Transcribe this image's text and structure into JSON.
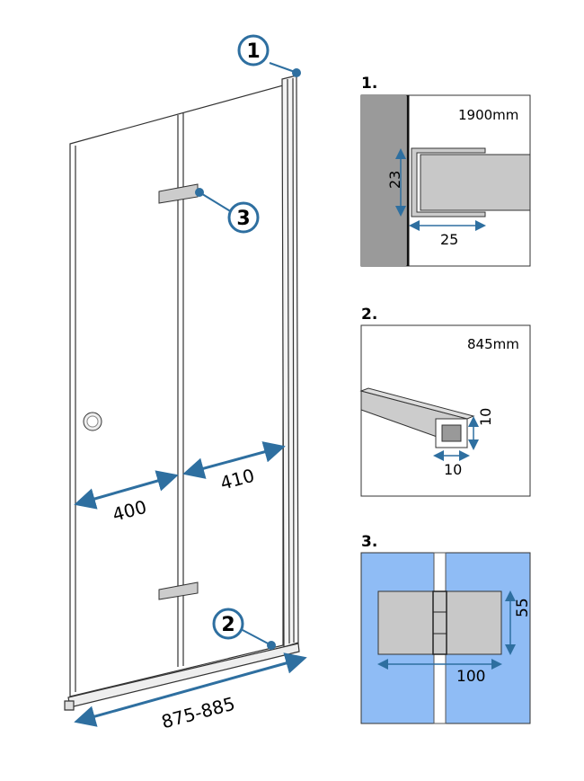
{
  "callouts": {
    "c1": "1",
    "c2": "2",
    "c3": "3"
  },
  "main": {
    "dim_left": "400",
    "dim_right": "410",
    "dim_width": "875-885"
  },
  "detail1": {
    "title": "1.",
    "length": "1900mm",
    "height": "23",
    "width": "25"
  },
  "detail2": {
    "title": "2.",
    "length": "845mm",
    "height": "10",
    "width": "10"
  },
  "detail3": {
    "title": "3.",
    "height": "55",
    "width": "100"
  },
  "colors": {
    "accent": "#2e6fa0",
    "glass": "#8fbcf5",
    "metal": "#c8c8c8",
    "wall": "#9a9a9a"
  }
}
